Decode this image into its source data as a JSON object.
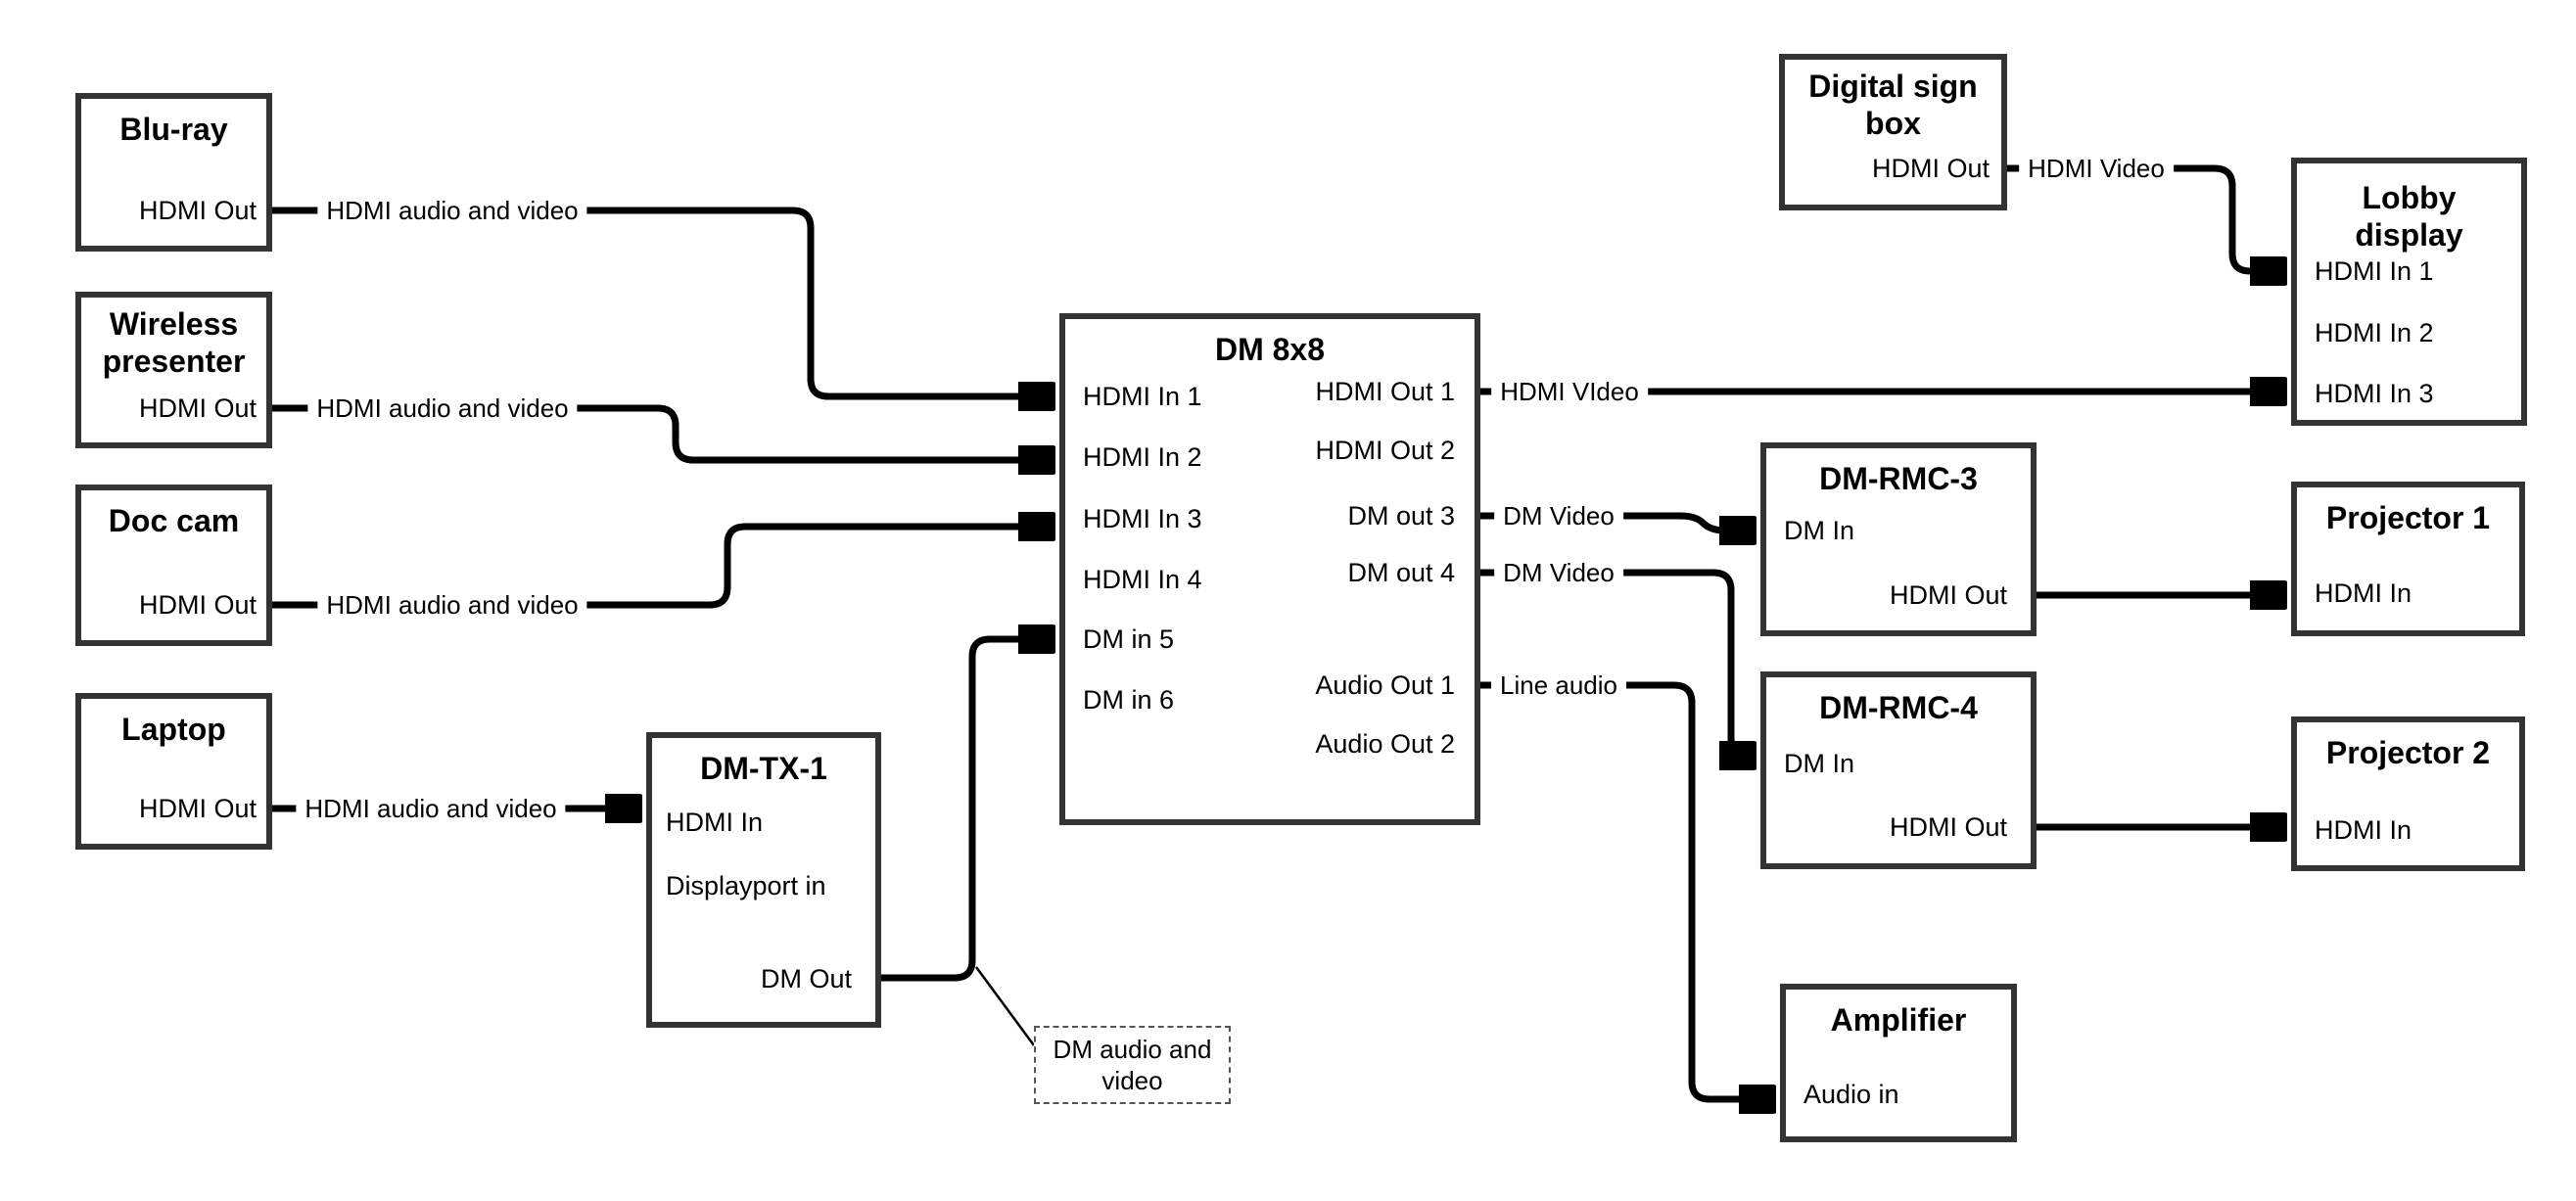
{
  "nodes": {
    "bluray": {
      "title": "Blu-ray",
      "hdmi_out": "HDMI Out"
    },
    "wireless_presenter": {
      "title": "Wireless presenter",
      "hdmi_out": "HDMI Out"
    },
    "doc_cam": {
      "title": "Doc cam",
      "hdmi_out": "HDMI Out"
    },
    "laptop": {
      "title": "Laptop",
      "hdmi_out": "HDMI Out"
    },
    "dm_tx_1": {
      "title": "DM-TX-1",
      "hdmi_in": "HDMI In",
      "displayport_in": "Displayport in",
      "dm_out": "DM Out"
    },
    "dm_8x8": {
      "title": "DM 8x8",
      "inputs": [
        "HDMI In 1",
        "HDMI In 2",
        "HDMI In 3",
        "HDMI In 4",
        "DM in 5",
        "DM in 6"
      ],
      "outputs": [
        "HDMI Out 1",
        "HDMI Out 2",
        "DM out 3",
        "DM out 4",
        "Audio Out 1",
        "Audio Out 2"
      ]
    },
    "digital_sign_box": {
      "title": "Digital sign box",
      "hdmi_out": "HDMI Out"
    },
    "lobby_display": {
      "title": "Lobby display",
      "inputs": [
        "HDMI In 1",
        "HDMI In 2",
        "HDMI In 3"
      ]
    },
    "dm_rmc_3": {
      "title": "DM-RMC-3",
      "dm_in": "DM In",
      "hdmi_out": "HDMI Out"
    },
    "projector_1": {
      "title": "Projector 1",
      "hdmi_in": "HDMI In"
    },
    "dm_rmc_4": {
      "title": "DM-RMC-4",
      "dm_in": "DM In",
      "hdmi_out": "HDMI Out"
    },
    "projector_2": {
      "title": "Projector 2",
      "hdmi_in": "HDMI In"
    },
    "amplifier": {
      "title": "Amplifier",
      "audio_in": "Audio in"
    }
  },
  "connection_labels": {
    "bluray_to_dm8x8": "HDMI audio and video",
    "wireless_to_dm8x8": "HDMI audio and video",
    "doccam_to_dm8x8": "HDMI audio and video",
    "laptop_to_dmtx1": "HDMI audio and video",
    "hdmi_out1_to_lobby": "HDMI VIdeo",
    "digital_sign_to_lobby": "HDMI Video",
    "dm_out3_to_rmc3": "DM Video",
    "dm_out4_to_rmc4": "DM Video",
    "audio_out1_to_amplifier": "Line audio"
  },
  "note": {
    "text": "DM audio and video"
  },
  "colors": {
    "wire": "#000000",
    "box_border": "#333333",
    "text": "#000000",
    "background": "#ffffff"
  }
}
